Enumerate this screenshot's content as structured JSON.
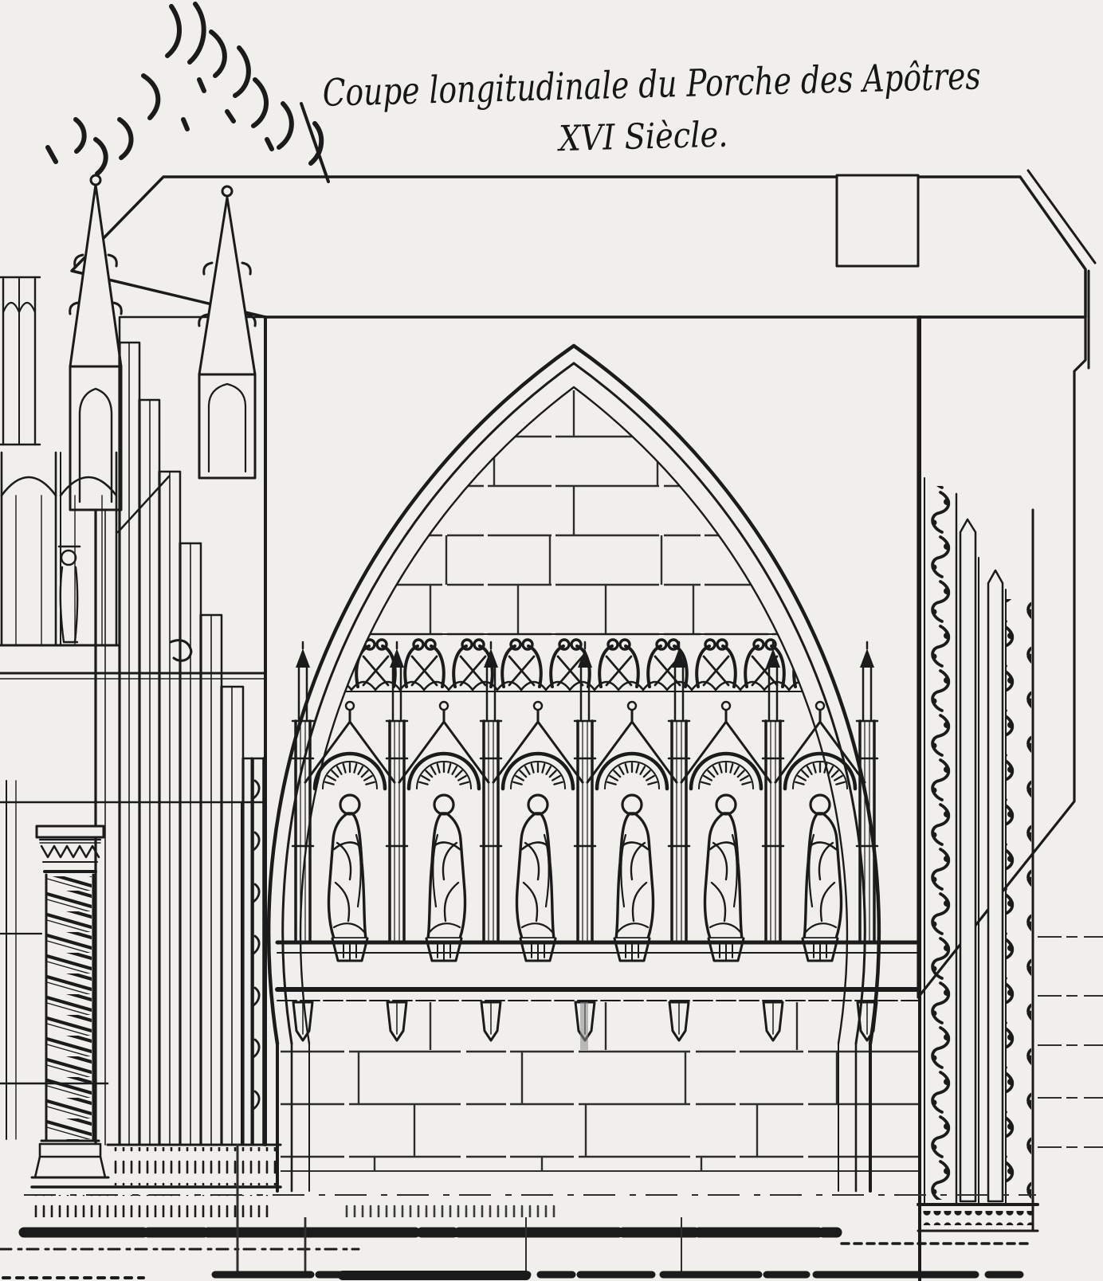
{
  "artwork": {
    "title_line1": "Coupe longitudinale du Porche des Apôtres",
    "title_line2": "XVI Siècle.",
    "statue_count": 6,
    "niche_count": 6
  },
  "colors": {
    "paper": "#f0efec",
    "ink": "#1b1b1b",
    "ink_light": "#2e2e2e"
  }
}
